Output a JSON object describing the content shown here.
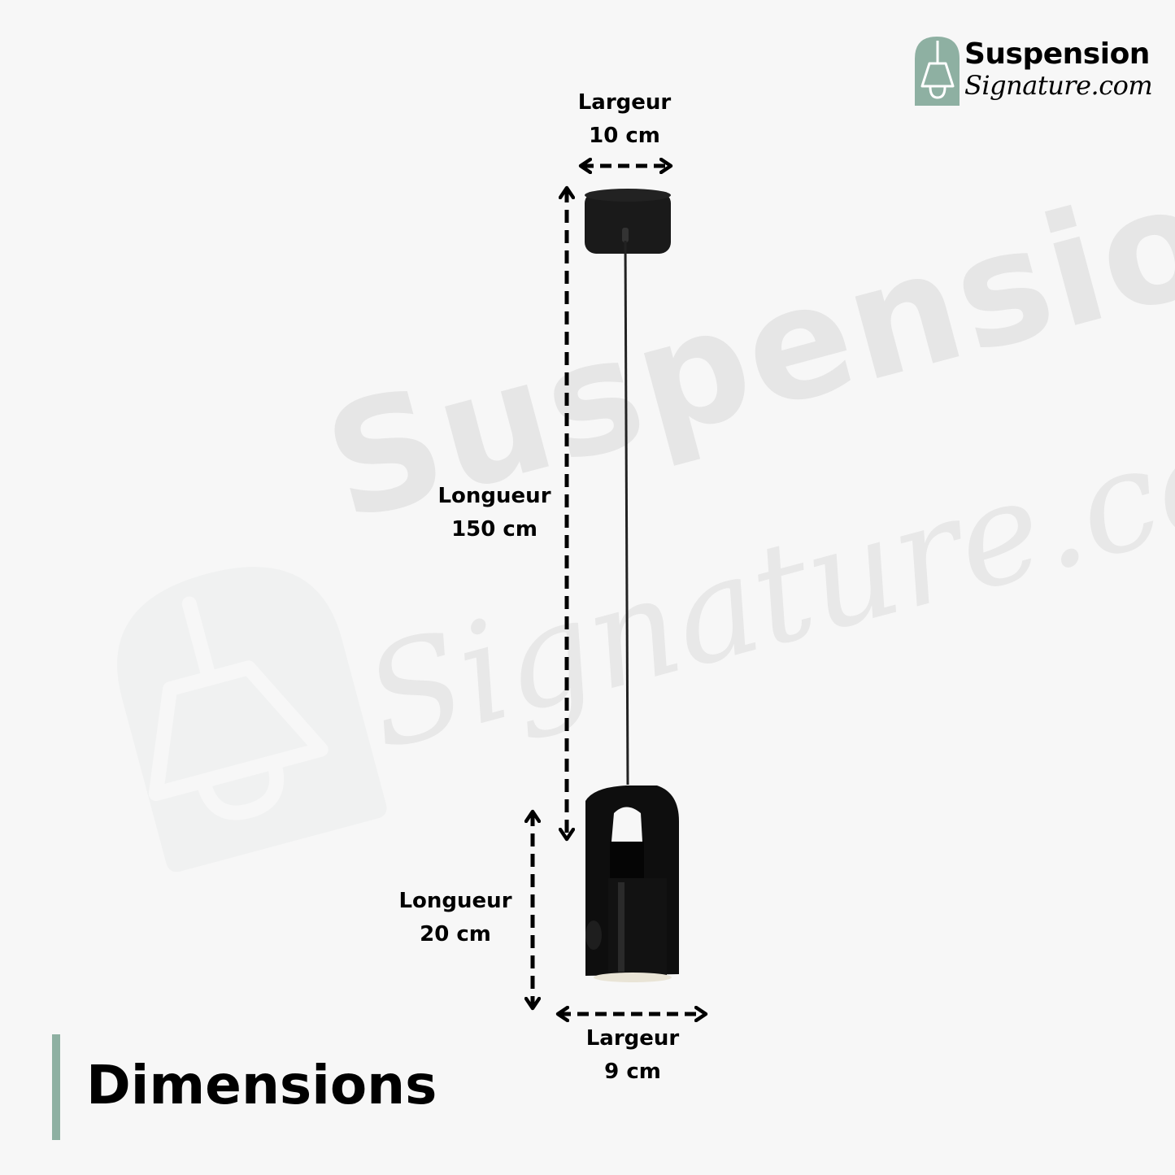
{
  "brand": {
    "name": "Suspension",
    "domain": "Signature.com",
    "accent_color": "#8eb0a2"
  },
  "watermark": {
    "line1": "Suspension",
    "line2": "Signature.com"
  },
  "dimensions": {
    "ceiling_width": {
      "label": "Largeur",
      "value": "10 cm"
    },
    "cable_length": {
      "label": "Longueur",
      "value": "150 cm"
    },
    "shade_length": {
      "label": "Longueur",
      "value": "20 cm"
    },
    "shade_width": {
      "label": "Largeur",
      "value": "9 cm"
    }
  },
  "title": "Dimensions",
  "colors": {
    "background": "#f7f7f7",
    "text": "#000000",
    "lamp": "#111111",
    "watermark": "#e6e6e6"
  }
}
